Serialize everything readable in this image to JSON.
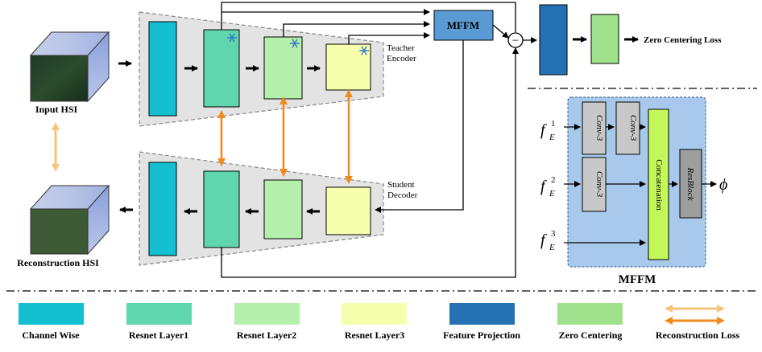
{
  "labels": {
    "input_hsi": "Input HSI",
    "reconstruction_hsi": "Reconstruction HSI",
    "teacher_encoder_line1": "Teacher",
    "teacher_encoder_line2": "Encoder",
    "student_decoder_line1": "Student",
    "student_decoder_line2": "Decoder",
    "mffm_block": "MFFM",
    "zero_centering_loss": "Zero Centering Loss",
    "mffm_title": "MFFM",
    "minus": "−",
    "conv3": "Conv-3",
    "concatenation": "Concatenation",
    "resblock": "ResBlock",
    "phi": "ϕ",
    "f_base": "f",
    "f_sub": "E",
    "f1_sup": "1",
    "f2_sup": "2",
    "f3_sup": "3"
  },
  "legend": {
    "channel_wise": "Channel Wise",
    "resnet_layer1": "Resnet Layer1",
    "resnet_layer2": "Resnet Layer2",
    "resnet_layer3": "Resnet Layer3",
    "feature_projection": "Feature Projection",
    "zero_centering": "Zero Centering",
    "reconstruction_loss": "Reconstruction Loss"
  },
  "colors": {
    "channel_wise": "#14bfd2",
    "resnet_layer1": "#5fd6ad",
    "resnet_layer2": "#b4efac",
    "resnet_layer3": "#f5ffac",
    "feature_projection": "#2471b3",
    "zero_centering": "#9fe08a",
    "reconstruction_loss": "#f08a1e",
    "reconstruction_loss_light": "#f7c37a",
    "mffm_block": "#5b9bd5",
    "mffm_panel": "#a9c9ec",
    "conv_box": "#c8c8c8",
    "resblock_box": "#9e9e9e",
    "concat_box": "#c4f85a",
    "trapezoid": "#e3e3e3"
  },
  "icons": {
    "frozen": "snowflake-icon"
  }
}
